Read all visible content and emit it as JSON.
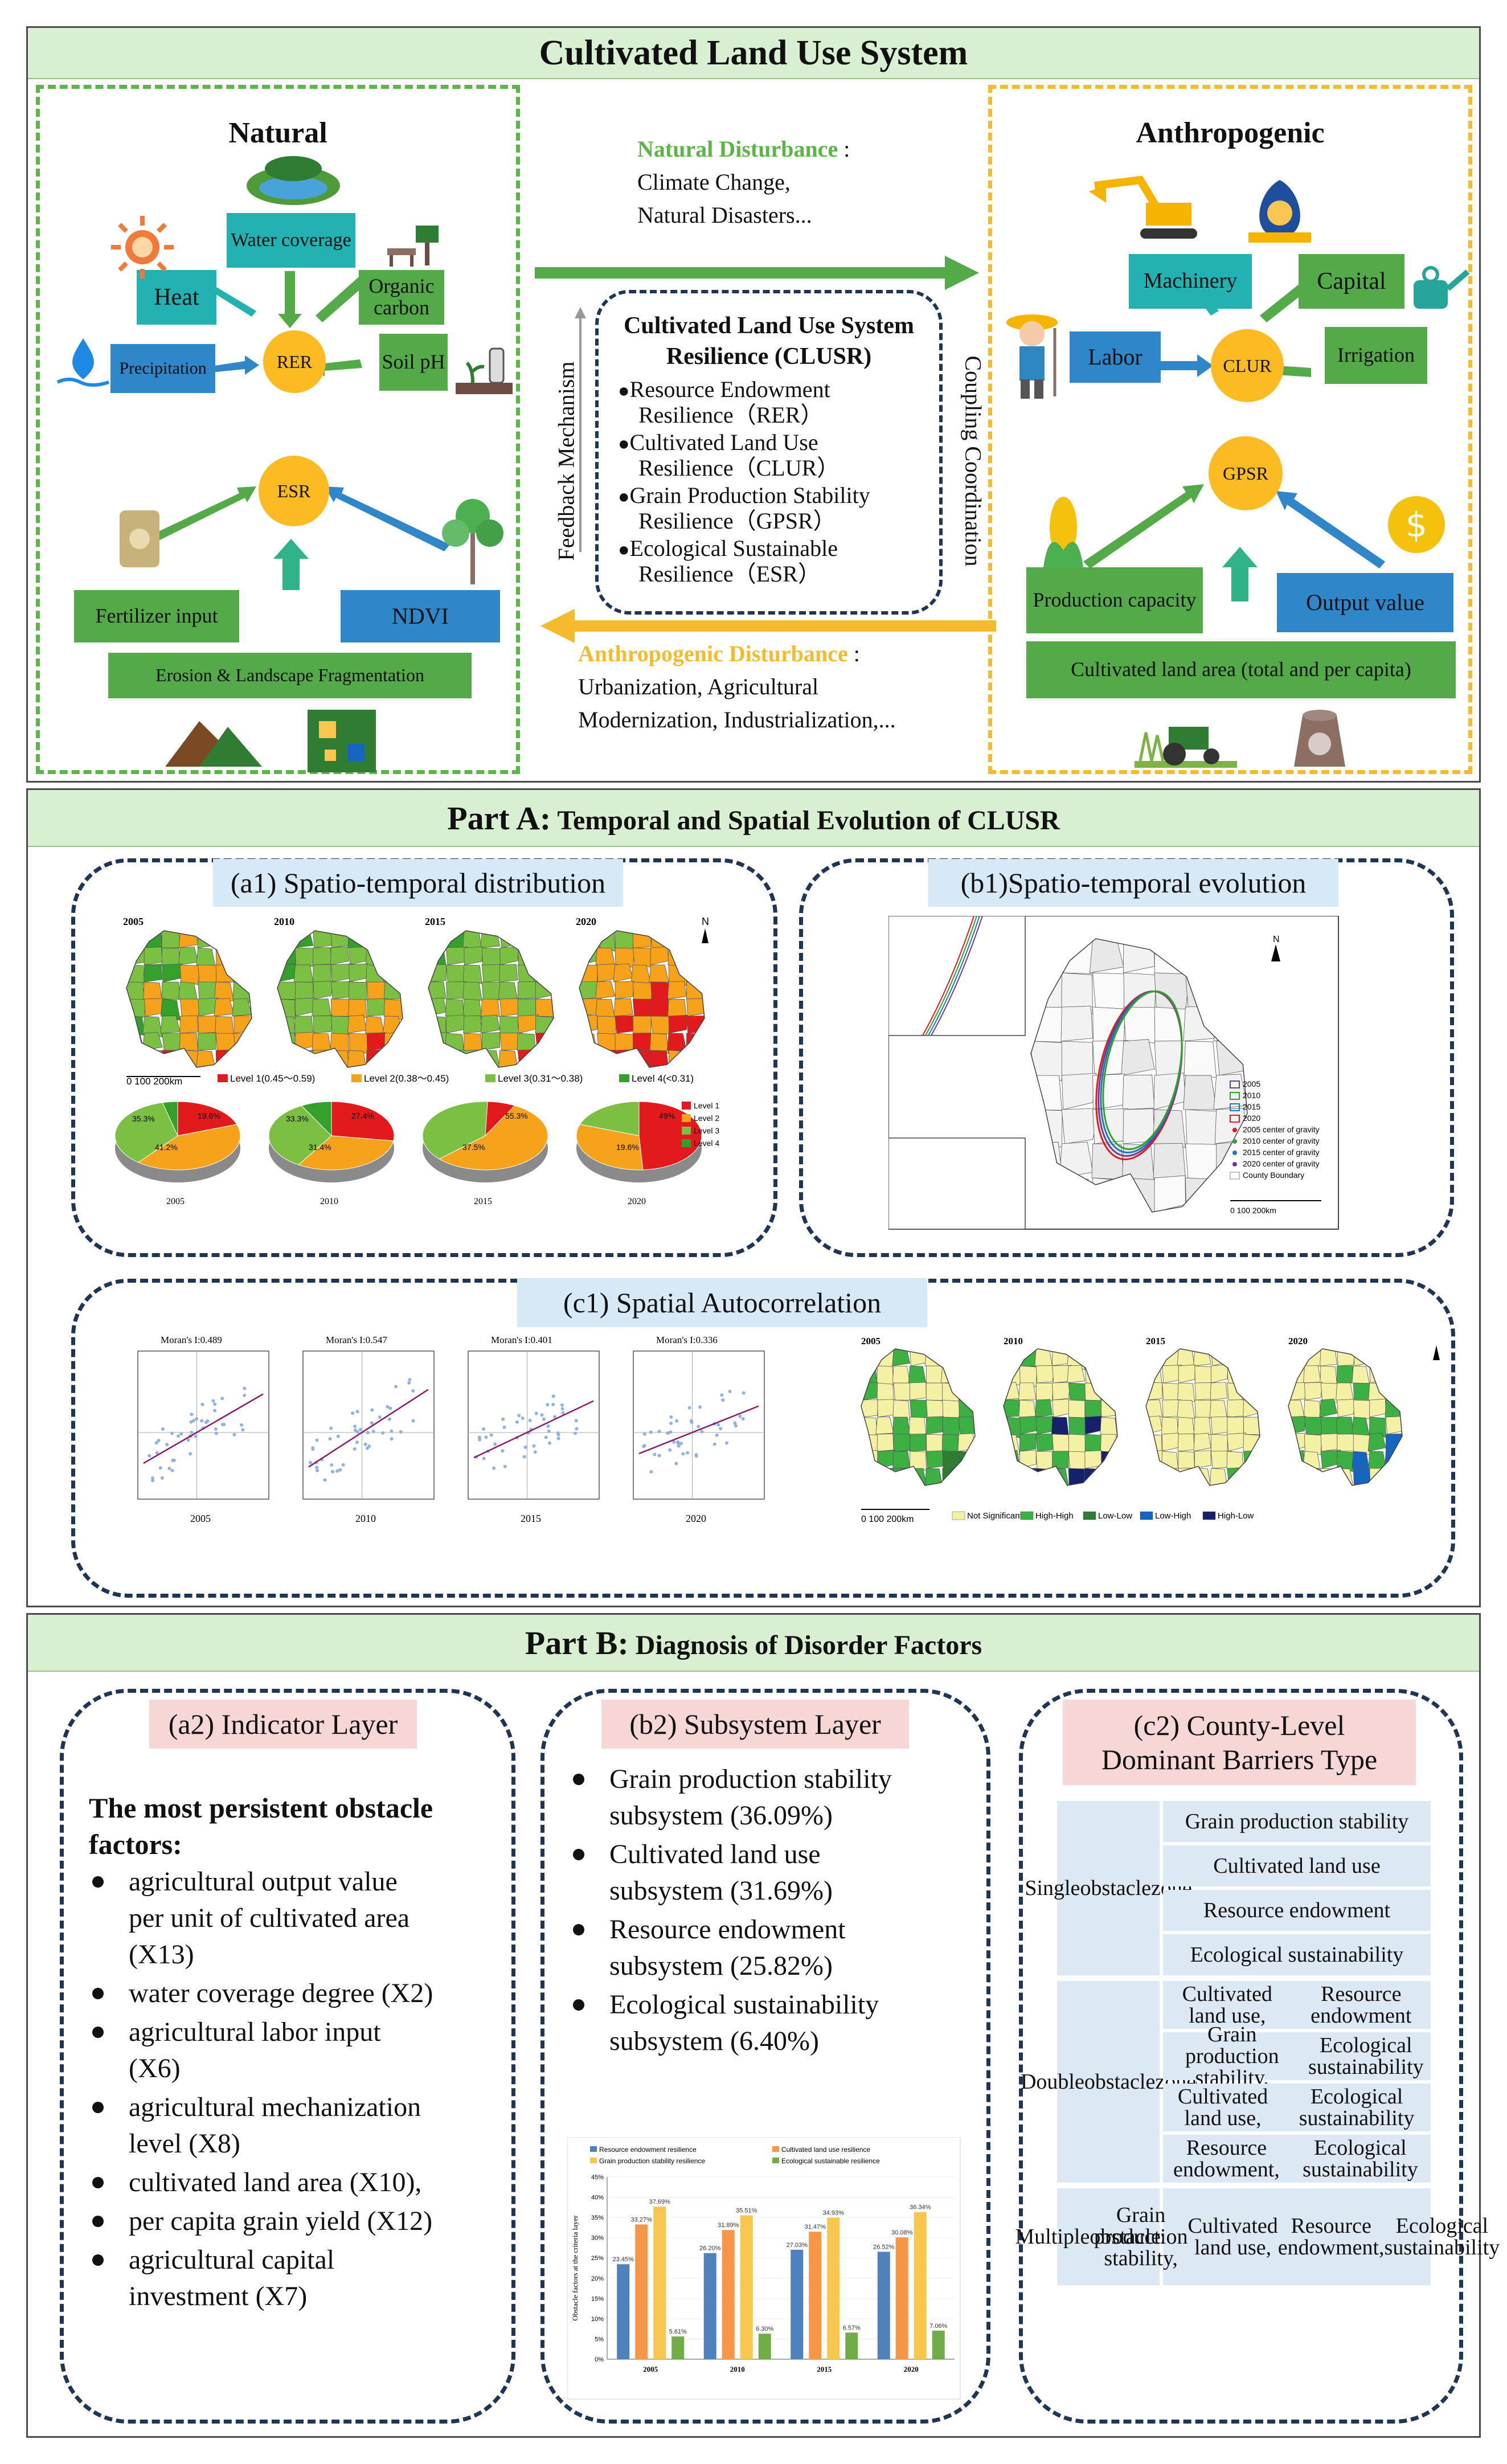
{
  "system": {
    "title": "Cultivated Land Use System",
    "natural": {
      "title": "Natural",
      "water_coverage": "Water coverage",
      "heat": "Heat",
      "organic_carbon": "Organic carbon",
      "precipitation": "Precipitation",
      "soil_ph": "Soil pH",
      "rer": "RER",
      "esr": "ESR",
      "fertilizer": "Fertilizer input",
      "ndvi": "NDVI",
      "erosion": "Erosion & Landscape Fragmentation"
    },
    "anthro": {
      "title": "Anthropogenic",
      "machinery": "Machinery",
      "capital": "Capital",
      "labor": "Labor",
      "irrigation": "Irrigation",
      "clur": "CLUR",
      "gpsr": "GPSR",
      "production": "Production capacity",
      "output_value": "Output value",
      "land_area": "Cultivated land area (total and per capita)"
    },
    "center": {
      "natural_disturbance": "Natural Disturbance",
      "natural_colon": " :",
      "natural_items_1": "Climate Change,",
      "natural_items_2": "Natural Disasters...",
      "feedback": "Feedback Mechanism",
      "coupling": "Coupling Coordination",
      "clusr_title_1": "Cultivated Land Use System",
      "clusr_title_2": "Resilience (CLUSR)",
      "items": [
        {
          "a": "Resource Endowment",
          "b": "Resilience（RER）"
        },
        {
          "a": "Cultivated Land Use",
          "b": "Resilience（CLUR）"
        },
        {
          "a": "Grain Production Stability",
          "b": "Resilience（GPSR）"
        },
        {
          "a": "Ecological Sustainable",
          "b": "Resilience（ESR）"
        }
      ],
      "anthro_disturbance": "Anthropogenic Disturbance",
      "anthro_colon": " :",
      "anthro_items_1": "Urbanization, Agricultural",
      "anthro_items_2": "Modernization, Industrialization,..."
    }
  },
  "part_a": {
    "title_bold": "Part A:",
    "title_rest": " Temporal and Spatial Evolution of CLUSR",
    "a1": {
      "label": "(a1) Spatio-temporal distribution",
      "years": [
        "2005",
        "2010",
        "2015",
        "2020"
      ],
      "legend": [
        "Level 1(0.45～0.59)",
        "Level 2(0.38～0.45)",
        "Level 3(0.31～0.38)",
        "Level 4(<0.31)"
      ],
      "pie_legend": [
        "Level 1",
        "Level 2",
        "Level 3",
        "Level 4"
      ],
      "scale": "0   100   200km",
      "pies": [
        {
          "year": "2005",
          "labels": [
            "19.6%",
            "41.2%",
            "35.3%"
          ]
        },
        {
          "year": "2010",
          "labels": [
            "27.4%",
            "31.4%",
            "33.3%"
          ]
        },
        {
          "year": "2015",
          "labels": [
            "55.3%",
            "37.5%"
          ]
        },
        {
          "year": "2020",
          "labels": [
            "49%",
            "19.6%"
          ]
        }
      ]
    },
    "b1": {
      "label": "(b1)Spatio-temporal evolution",
      "legend": [
        "2005",
        "2010",
        "2015",
        "2020",
        "2005 center of gravity",
        "2010 center of gravity",
        "2015 center of gravity",
        "2020 center of gravity",
        "County Boundary"
      ],
      "scale": "0    100    200km"
    },
    "c1": {
      "label": "(c1) Spatial Autocorrelation",
      "morans": [
        "Moran's I:0.489",
        "Moran's I:0.547",
        "Moran's I:0.401",
        "Moran's I:0.336"
      ],
      "years": [
        "2005",
        "2010",
        "2015",
        "2020"
      ],
      "legend": [
        "Not Significant",
        "High-High",
        "Low-Low",
        "Low-High",
        "High-Low"
      ],
      "scale": "0    100   200km"
    }
  },
  "part_b": {
    "title_bold": "Part B:",
    "title_rest": " Diagnosis of Disorder Factors",
    "a2": {
      "label": "(a2) Indicator Layer",
      "heading_1": "The most persistent obstacle",
      "heading_2": "factors:",
      "items": [
        [
          "agricultural output value",
          "per unit of cultivated area",
          "(X13)"
        ],
        [
          "water coverage degree (X2)"
        ],
        [
          "agricultural labor input",
          "(X6)"
        ],
        [
          "agricultural mechanization",
          "level (X8)"
        ],
        [
          "cultivated land area (X10),"
        ],
        [
          "per capita grain yield (X12)"
        ],
        [
          "agricultural capital",
          "investment (X7)"
        ]
      ]
    },
    "b2": {
      "label": "(b2) Subsystem Layer",
      "items": [
        [
          "Grain production stability",
          "subsystem (36.09%)"
        ],
        [
          "Cultivated land use",
          "subsystem (31.69%)"
        ],
        [
          "Resource endowment",
          "subsystem (25.82%)"
        ],
        [
          "Ecological sustainability",
          "subsystem (6.40%)"
        ]
      ]
    },
    "c2": {
      "label_1": "(c2) County-Level",
      "label_2": "Dominant Barriers Type",
      "zones": [
        {
          "name": [
            "Single",
            "obstacle",
            "zone"
          ],
          "types": [
            [
              "Grain production stability"
            ],
            [
              "Cultivated land use"
            ],
            [
              "Resource endowment"
            ],
            [
              "Ecological sustainability"
            ]
          ]
        },
        {
          "name": [
            "Double",
            "obstacle",
            "zone"
          ],
          "types": [
            [
              "Cultivated land use,",
              "Resource endowment"
            ],
            [
              "Grain production stability,",
              "Ecological sustainability"
            ],
            [
              "Cultivated land use,",
              "Ecological sustainability"
            ],
            [
              "Resource endowment,",
              "Ecological sustainability"
            ]
          ]
        },
        {
          "name": [
            "Multiple",
            "obstacle",
            "zone"
          ],
          "types": [
            [
              "Grain production stability,",
              "Cultivated land use,",
              "Resource endowment,",
              "Ecological sustainability"
            ]
          ]
        }
      ]
    }
  },
  "chart_data": {
    "type": "bar",
    "categories": [
      "2005",
      "2010",
      "2015",
      "2020"
    ],
    "ylabel": "Obstacle factors at the criteria layer",
    "ylim": [
      0,
      45
    ],
    "yticks": [
      "0%",
      "5%",
      "10%",
      "15%",
      "20%",
      "25%",
      "30%",
      "35%",
      "40%",
      "45%"
    ],
    "series": [
      {
        "name": "Resource endowment resilience",
        "color": "#4f81bd",
        "values": [
          23.45,
          26.2,
          27.03,
          26.52
        ],
        "labels": [
          "23.45%",
          "26.20%",
          "27.03%",
          "26.52%"
        ]
      },
      {
        "name": "Cultivated land use resilience",
        "color": "#f79646",
        "values": [
          33.27,
          31.89,
          31.47,
          30.08
        ],
        "labels": [
          "33.27%",
          "31.89%",
          "31.47%",
          "30.08%"
        ]
      },
      {
        "name": "Grain production stability resilience",
        "color": "#f9c74f",
        "values": [
          37.69,
          35.51,
          34.93,
          36.34
        ],
        "labels": [
          "37.69%",
          "35.51%",
          "34.93%",
          "36.34%"
        ]
      },
      {
        "name": "Ecological sustainable resilience",
        "color": "#70ad47",
        "values": [
          5.61,
          6.3,
          6.57,
          7.06
        ],
        "labels": [
          "5.61%",
          "6.30%",
          "6.57%",
          "7.06%"
        ]
      }
    ]
  }
}
